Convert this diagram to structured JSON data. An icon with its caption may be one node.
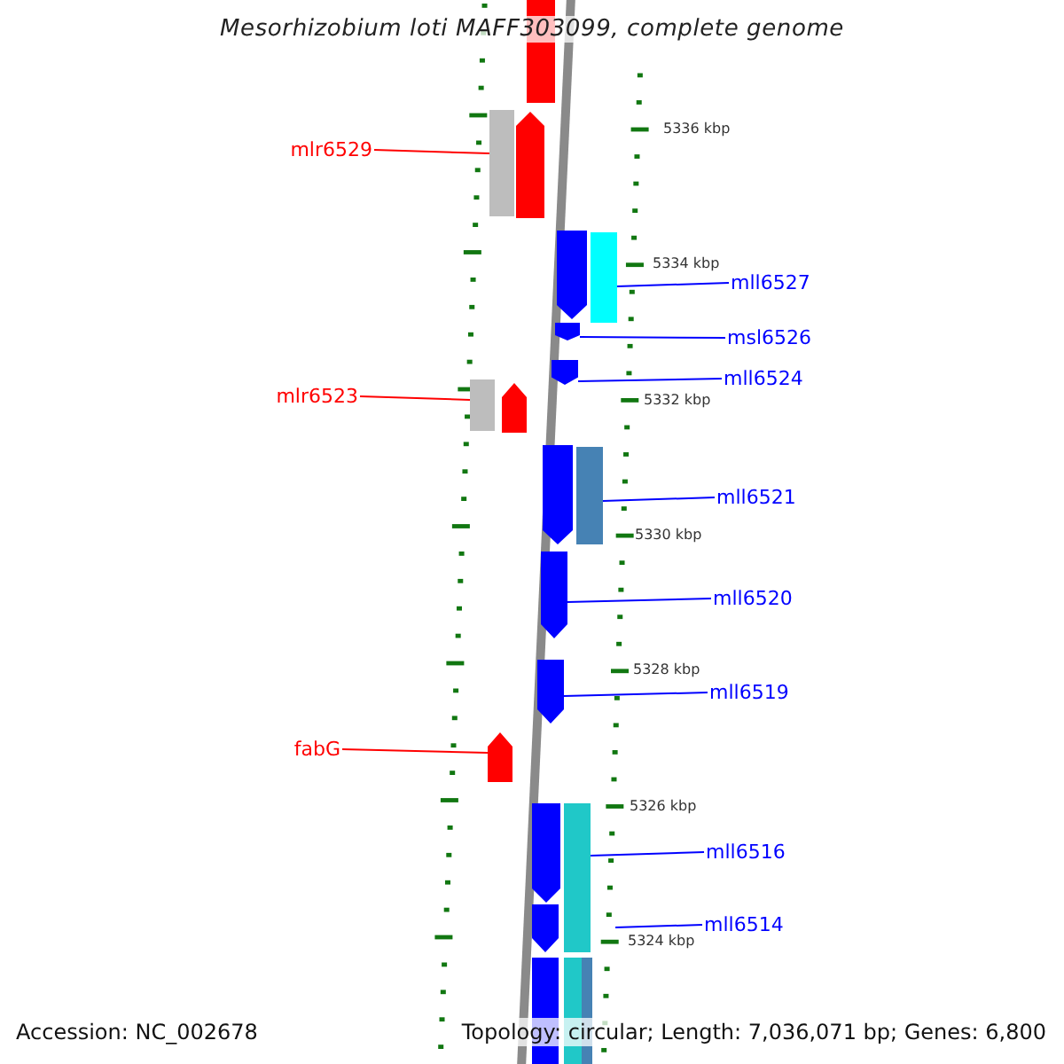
{
  "diagram": {
    "title": "Mesorhizobium loti MAFF303099, complete genome",
    "nodes": [
      {
        "text": [
          "mlr6529"
        ]
      },
      {
        "text": [],
        "shape": "bar"
      },
      {
        "text": [
          "mll6527"
        ]
      },
      {
        "text": [],
        "shape": "bar"
      },
      {
        "text": [
          "msl6526"
        ]
      },
      {
        "text": [],
        "shape": "pentagon"
      },
      {
        "text": [
          "mll6524"
        ]
      },
      {
        "text": [],
        "shape": "pentagon"
      },
      {
        "text": [
          "mlr6523"
        ]
      },
      {
        "text": [],
        "shape": "bar"
      },
      {
        "text": [
          "mll6521"
        ]
      },
      {
        "text": [],
        "shape": "bar"
      },
      {
        "text": [
          "mll6520"
        ]
      },
      {
        "text": [],
        "shape": "pentagon"
      },
      {
        "text": [
          "mll6519"
        ]
      },
      {
        "text": [],
        "shape": "pentagon"
      },
      {
        "text": [
          "fabG"
        ]
      },
      {
        "text": [],
        "shape": "pentagon"
      },
      {
        "text": [
          "mll6516"
        ]
      },
      {
        "text": [],
        "shape": "bar"
      },
      {
        "text": [
          "mll6514"
        ]
      },
      {
        "text": [],
        "shape": "bar"
      },
      {
        "text": [],
        "shape": "pentagon"
      },
      {
        "text": [],
        "shape": "pentagon"
      },
      {
        "text": [],
        "shape": "pentagon"
      },
      {
        "text": [],
        "shape": "pentagon"
      },
      {
        "text": [],
        "shape": "pentagon"
      },
      {
        "text": [],
        "shape": "pentagon"
      },
      {
        "text": [],
        "shape": "bar"
      },
      {
        "text": [],
        "shape": "bar"
      },
      {
        "text": [],
        "shape": "bar"
      }
    ],
    "edges": [
      {
        "from": 0,
        "to": 1,
        "arrow": "none",
        "color": "#ff0000"
      },
      {
        "from": 2,
        "to": 3,
        "arrow": "none"
      },
      {
        "from": 4,
        "to": 5,
        "arrow": "none"
      },
      {
        "from": 6,
        "to": 7,
        "arrow": "none"
      },
      {
        "from": 8,
        "to": 9,
        "arrow": "none",
        "color": "#ff0000"
      },
      {
        "from": 10,
        "to": 11,
        "arrow": "none"
      },
      {
        "from": 12,
        "to": 13,
        "arrow": "none"
      },
      {
        "from": 14,
        "to": 15,
        "arrow": "none"
      },
      {
        "from": 16,
        "to": 17,
        "arrow": "none",
        "color": "#ff0000"
      },
      {
        "from": 18,
        "to": 19,
        "arrow": "none"
      },
      {
        "from": 20,
        "to": null,
        "arrow": "none"
      }
    ],
    "labels": [
      "5336 kbp",
      "5334 kbp",
      "5332 kbp",
      "5330 kbp",
      "5328 kbp",
      "5326 kbp",
      "5324 kbp",
      "Accession: NC_002678",
      "Topology: circular; Length: 7,036,071 bp; Genes: 6,800"
    ]
  }
}
